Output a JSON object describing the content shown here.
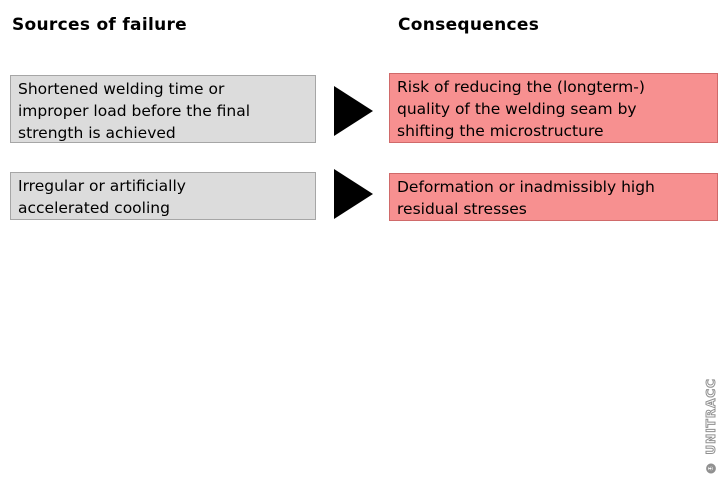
{
  "headings": {
    "left": "Sources of failure",
    "right": "Consequences"
  },
  "rows": [
    {
      "source": "Shortened welding time or\nimproper load before the final\nstrength is achieved",
      "consequence": "Risk of reducing the (longterm-)\nquality of the welding seam by\nshifting the microstructure"
    },
    {
      "source": "Irregular or artificially\naccelerated cooling",
      "consequence": "Deformation or inadmissibly high\nresidual stresses"
    }
  ],
  "watermark": "© UNITRACC",
  "colors": {
    "background": "#ffffff",
    "heading_text": "#000000",
    "source_box_bg": "#dcdcdc",
    "source_box_border": "#a6a6a6",
    "consequence_box_bg": "#f79090",
    "consequence_box_border": "#d06a6a",
    "arrow": "#000000",
    "watermark_outline": "#909090"
  }
}
